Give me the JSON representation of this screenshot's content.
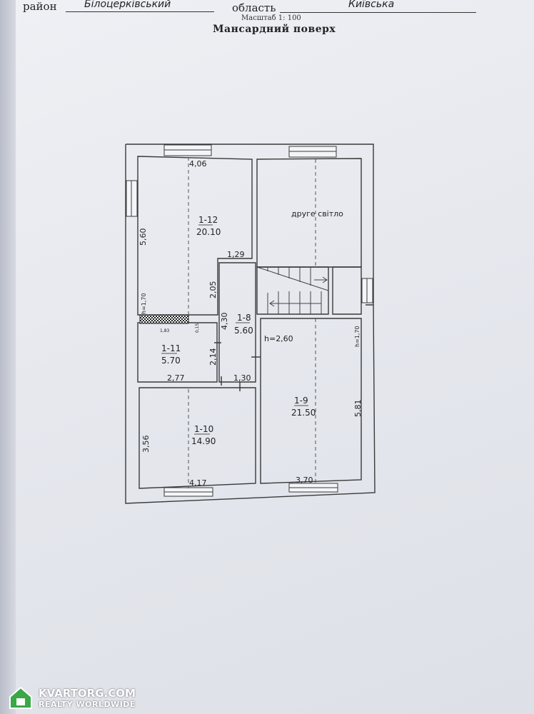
{
  "header": {
    "district_label": "район",
    "district_value": "Білоцерківський",
    "region_label": "область",
    "region_value": "Київська",
    "scale": "Масштаб 1: 100",
    "floor_title": "Мансардний   поверх"
  },
  "rooms": [
    {
      "id": "1-12",
      "area": "20.10"
    },
    {
      "id": "1-11",
      "area": "5.70"
    },
    {
      "id": "1-8",
      "area": "5.60"
    },
    {
      "id": "1-10",
      "area": "14.90"
    },
    {
      "id": "1-9",
      "area": "21.50"
    }
  ],
  "labels": {
    "second_light": "друге світло",
    "ceiling_h_left": "h=1,70",
    "ceiling_h_right": "h=1,70",
    "ceiling_h_center": "h=2,60"
  },
  "dims": {
    "d406": "4,06",
    "d560": "5,60",
    "d129": "1,29",
    "d205": "2,05",
    "d430": "4,30",
    "d183": "1,83",
    "d015": "0,15",
    "d214": "2,14",
    "d277": "2,77",
    "d130": "1,30",
    "d356": "3,56",
    "d417": "4,17",
    "d370": "3,70",
    "d581": "5,81"
  },
  "watermark": {
    "site": "KVARTORG.COM",
    "tagline": "REALTY WORLDWIDE"
  }
}
